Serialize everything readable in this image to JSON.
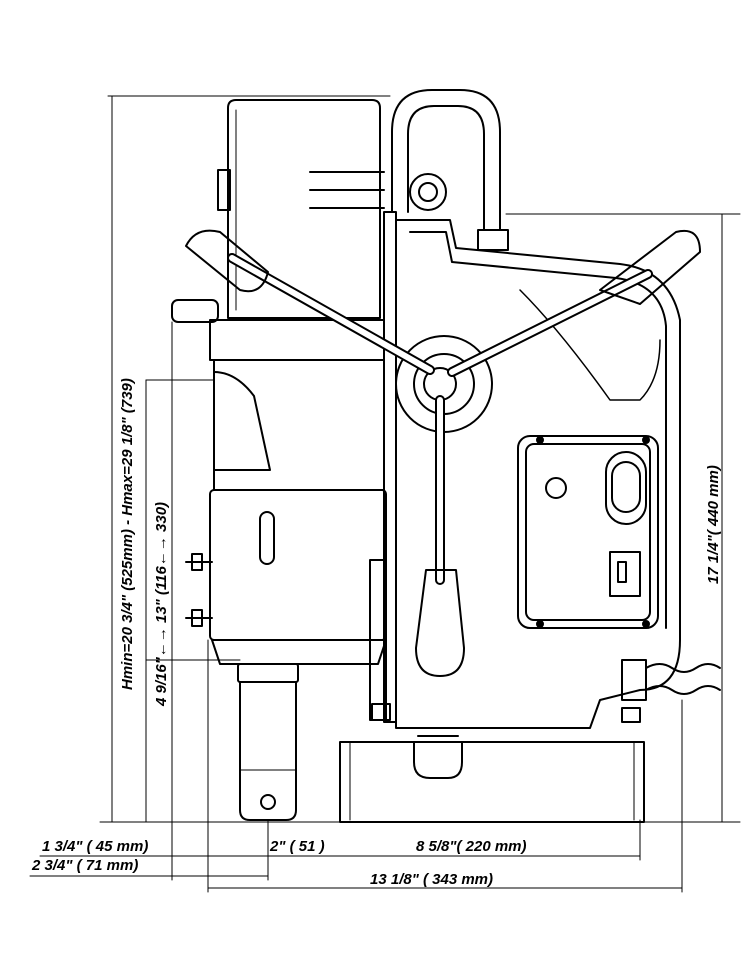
{
  "dimensions": {
    "height_range": "Hmin=20 3/4\" (525mm)  - Hmax=29 1/8\" (739)",
    "stroke_range": "4 9/16\"←→ 13\" (116←→ 330)",
    "base_height": "17 1/4\"( 440 mm)",
    "offset_inner": "1  3/4\" ( 45 mm)",
    "offset_outer": "2 3/4\" ( 71 mm)",
    "arbor_diameter": "2\" ( 51  )",
    "base_length": "8 5/8\"( 220 mm)",
    "overall_length": "13 1/8\" ( 343  mm)"
  }
}
